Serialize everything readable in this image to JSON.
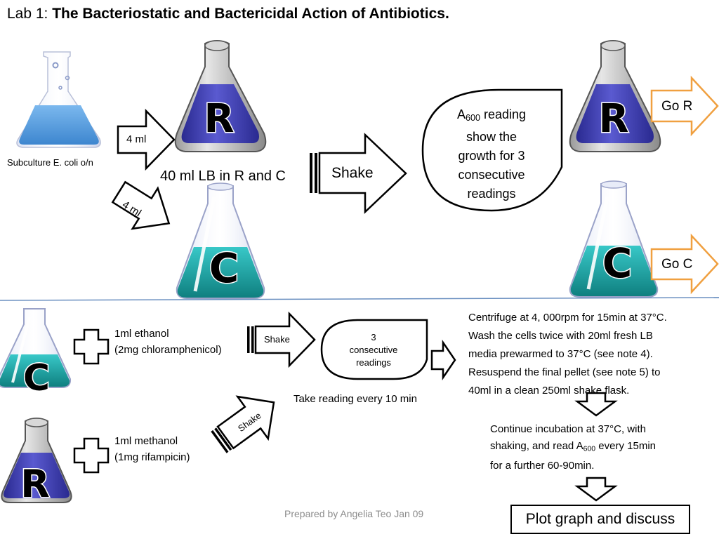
{
  "title": {
    "prefix": "Lab 1: ",
    "main": "The Bacteriostatic and Bactericidal Action of Antibiotics."
  },
  "top": {
    "subculture_label": "Subculture E. coli o/n",
    "arrow_4ml_a": "4 ml",
    "arrow_4ml_b": "4 ml",
    "lb_label": "40 ml LB in R and C",
    "shake_label": "Shake",
    "reading_bubble": {
      "line1_prefix": "A",
      "line1_sub": "600",
      "line1_suffix": " reading",
      "line2": "show the",
      "line3": "growth for 3",
      "line4": "consecutive",
      "line5": "readings"
    },
    "go_r": "Go R",
    "go_c": "Go C",
    "flask_r_letter": "R",
    "flask_c_letter": "C"
  },
  "bottom": {
    "ethanol_line1": "1ml ethanol",
    "ethanol_line2": "(2mg chloramphenicol)",
    "methanol_line1": "1ml methanol",
    "methanol_line2": "(1mg rifampicin)",
    "shake_small_a": "Shake",
    "shake_small_b": "Shake",
    "bubble_line1": "3",
    "bubble_line2": "consecutive",
    "bubble_line3": "readings",
    "take_reading": "Take reading every 10 min",
    "centrifuge_text": [
      "Centrifuge at 4, 000rpm for 15min at 37°C.",
      "Wash the cells twice with 20ml fresh LB",
      "media prewarmed to 37°C (see note 4).",
      "Resuspend the final pellet (see note 5) to",
      "40ml in a clean 250ml shake flask."
    ],
    "continue_line1": "Continue incubation at 37°C, with",
    "continue_line2_prefix": "shaking, and read A",
    "continue_line2_sub": "600",
    "continue_line2_suffix": " every 15min",
    "continue_line3": "for a further 60-90min.",
    "plot_button": "Plot graph and discuss",
    "credit": "Prepared by Angelia Teo Jan 09",
    "flask_c_letter": "C",
    "flask_r_letter": "R"
  },
  "colors": {
    "blue_liquid": "#3f3fb0",
    "teal_liquid": "#1aa7a7",
    "light_blue_liquid": "#5aa4e6",
    "orange_arrow": "#f0a040",
    "divider": "#6a8fc0"
  }
}
